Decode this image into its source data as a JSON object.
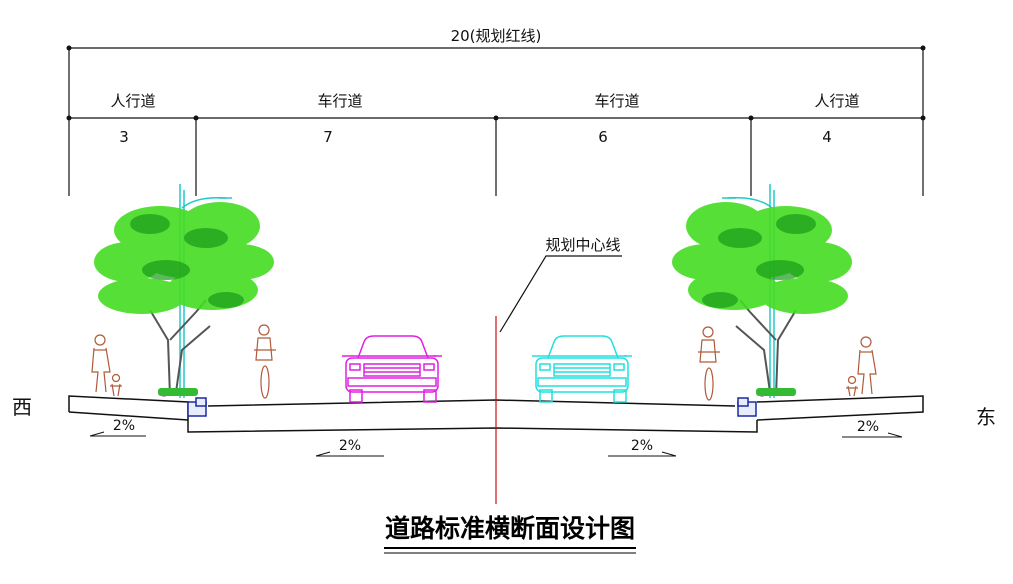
{
  "diagram": {
    "total_width_label": "20(规划红线)",
    "sections": [
      {
        "name": "人行道",
        "width": "3"
      },
      {
        "name": "车行道",
        "width": "7"
      },
      {
        "name": "车行道",
        "width": "6"
      },
      {
        "name": "人行道",
        "width": "4"
      }
    ],
    "centerline_label": "规划中心线",
    "west_label": "西",
    "east_label": "东",
    "slopes": {
      "west_sidewalk": "2%",
      "west_roadway": "2%",
      "east_roadway": "2%",
      "east_sidewalk": "2%"
    },
    "title": "道路标准横断面设计图",
    "colors": {
      "line": "#111111",
      "centerline": "#cc1111",
      "car_left": "#e020e0",
      "car_right": "#20e0e0",
      "tree_light": "#44dd22",
      "tree_dark": "#1a9a1a",
      "pole": "#22c8c8",
      "pedestrian": "#b05a3a",
      "curb": "#1a2aa0"
    }
  }
}
